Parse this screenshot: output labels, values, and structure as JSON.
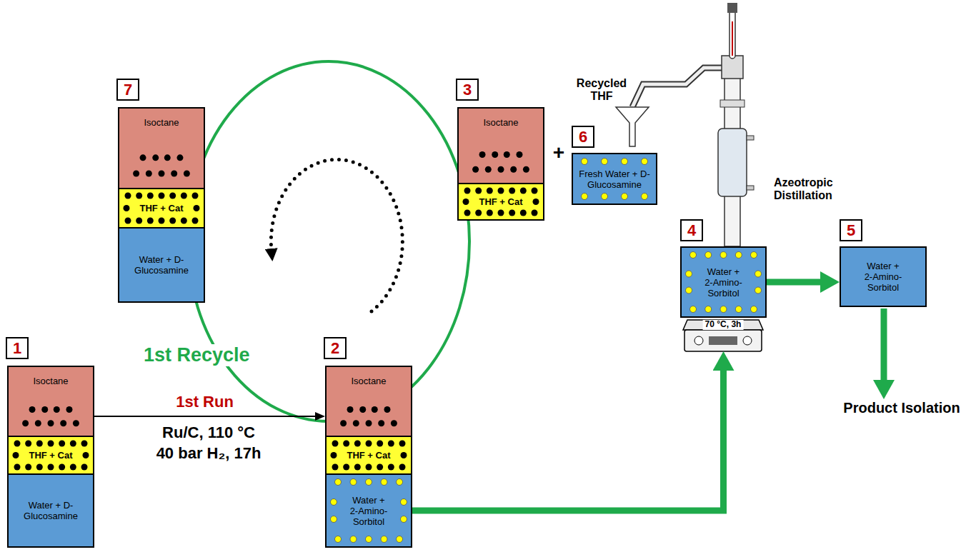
{
  "diagram": {
    "nodes": [
      {
        "text": [
          "7"
        ]
      },
      {
        "text": [
          "Isoctane"
        ],
        "in": 0
      },
      {
        "text": [
          "THF + Cat"
        ],
        "in": 0
      },
      {
        "text": [
          "Water + D-Glucosamine"
        ],
        "in": 0
      },
      {
        "text": [
          "3"
        ]
      },
      {
        "text": [
          "Isoctane"
        ],
        "in": 4
      },
      {
        "text": [
          "THF + Cat"
        ],
        "in": 4
      },
      {
        "text": [
          "6",
          "Fresh Water + D-Glucosamine"
        ]
      },
      {
        "text": [
          "4",
          "Water + 2-Amino-Sorbitol"
        ]
      },
      {
        "text": [
          "5",
          "Water + 2-Amino-Sorbitol"
        ]
      },
      {
        "text": [
          "1"
        ]
      },
      {
        "text": [
          "Isoctane"
        ],
        "in": 10
      },
      {
        "text": [
          "THF + Cat"
        ],
        "in": 10
      },
      {
        "text": [
          "Water + D-Glucosamine"
        ],
        "in": 10
      },
      {
        "text": [
          "2"
        ]
      },
      {
        "text": [
          "Isoctane"
        ],
        "in": 14
      },
      {
        "text": [
          "THF + Cat"
        ],
        "in": 14
      },
      {
        "text": [
          "Water + 2-Amino-Sorbitol"
        ],
        "in": 14
      }
    ],
    "edges": [
      {
        "from": 10,
        "to": 14,
        "arrow": "to",
        "label": "1st Run"
      },
      {
        "from": 17,
        "to": 8,
        "arrow": "to"
      },
      {
        "from": 8,
        "to": 9,
        "arrow": "to"
      }
    ],
    "labels": [
      "Ru/C, 110 °C",
      "40 bar H₂, 17h",
      "1st Recycle",
      "+",
      "Recycled THF",
      "Azeotropic Distillation",
      "70 °C, 3h",
      "Product Isolation"
    ]
  }
}
